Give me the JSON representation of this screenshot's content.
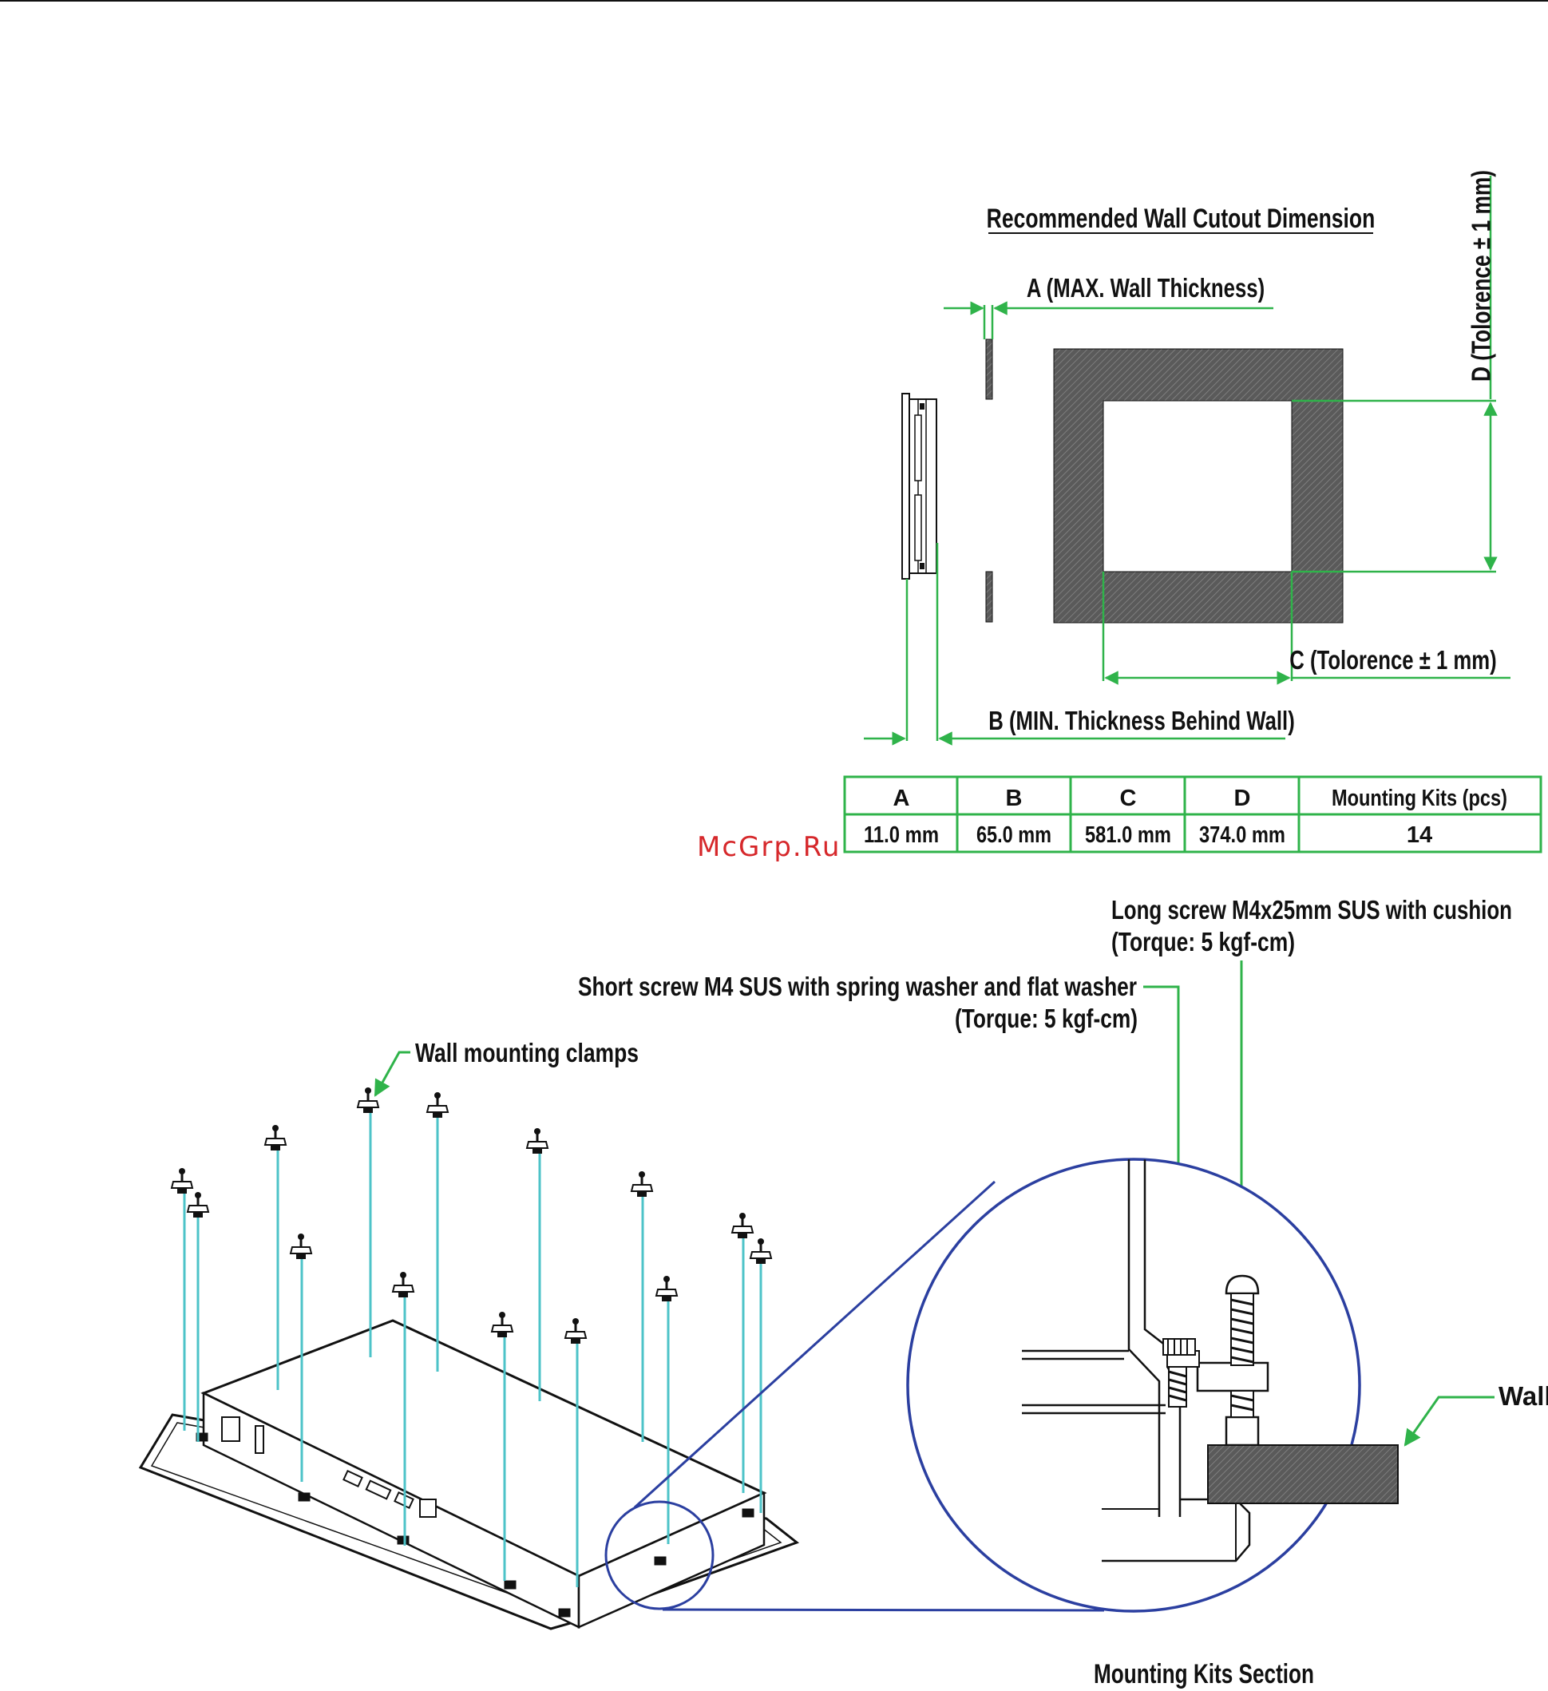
{
  "cutout": {
    "title": "Recommended Wall Cutout Dimension",
    "label_a": "A (MAX. Wall Thickness)",
    "label_b": "B (MIN. Thickness Behind Wall)",
    "label_c": "C (Tolorence ± 1 mm)",
    "label_d": "D (Tolorence ± 1 mm)"
  },
  "table": {
    "headers": [
      "A",
      "B",
      "C",
      "D",
      "Mounting Kits (pcs)"
    ],
    "values": [
      "11.0 mm",
      "65.0 mm",
      "581.0 mm",
      "374.0 mm",
      "14"
    ]
  },
  "watermark": "McGrp.Ru",
  "mounting": {
    "long_screw_line1": "Long screw M4x25mm SUS with cushion",
    "long_screw_line2": "(Torque: 5 kgf-cm)",
    "short_screw_line1": "Short screw M4 SUS with spring washer and flat washer",
    "short_screw_line2": "(Torque: 5 kgf-cm)",
    "clamps_label": "Wall mounting clamps",
    "wall_label": "Wall",
    "section_title": "Mounting Kits Section"
  },
  "colors": {
    "callout_green": "#2fb34a",
    "leader_cyan": "#4dc3c8",
    "detail_blue": "#2b3fa0",
    "watermark_red": "#d6282b",
    "hatch_gray": "#555555"
  }
}
